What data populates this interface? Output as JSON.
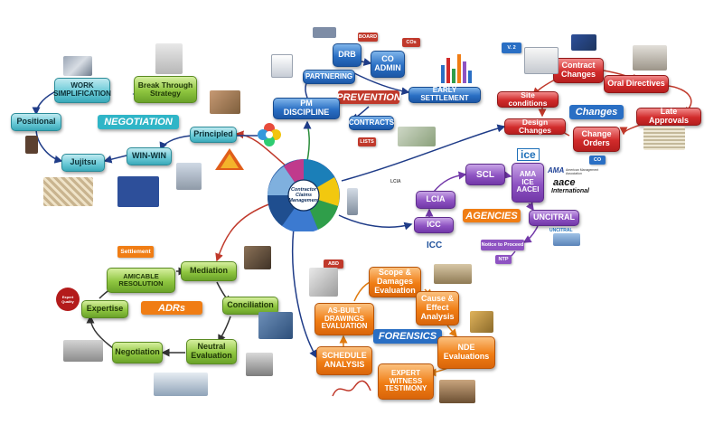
{
  "center": {
    "label": "Contractor Claims Management"
  },
  "nodes": {
    "work_simplification": "WORK SIMPLIFICATION",
    "break_through_strategy": "Break Through Strategy",
    "positional": "Positional",
    "negotiation_banner": "NEGOTIATION",
    "principled": "Principled",
    "jujitsu": "Jujitsu",
    "win_win": "WIN-WIN",
    "drb": "DRB",
    "board": "BOARD",
    "co_admin": "CO ADMIN",
    "cos": "COs",
    "partnering": "PARTNERING",
    "prevention_banner": "PREVENTION",
    "early_settlement": "EARLY SETTLEMENT",
    "pm_discipline": "PM DISCIPLINE",
    "contracts": "CONTRACTS",
    "lists": "LISTS",
    "v2": "V. 2",
    "contract_changes": "Contract Changes",
    "site_conditions": "Site conditions",
    "oral_directives": "Oral Directives",
    "design_changes": "Design Changes",
    "changes_banner": "Changes",
    "late_approvals": "Late Approvals",
    "change_orders": "Change Orders",
    "co_tag": "CO",
    "scl": "SCL",
    "ama_ice_aacei": "AMA ICE AACEI",
    "lcia": "LCIA",
    "agencies_banner": "AGENCIES",
    "uncitral": "UNCITRAL",
    "icc": "ICC",
    "notice_to_proceed": "Notice to Proceed",
    "ntp": "NTP",
    "settlement": "Settlement",
    "mediation": "Mediation",
    "amicable_resolution": "AMICABLE RESOLUTION",
    "expertise": "Expertise",
    "adrs_banner": "ADRs",
    "conciliation": "Conciliation",
    "neutral_evaluation": "Neutral Evaluation",
    "negotiation": "Negotiation",
    "abd": "ABD",
    "scope_damages": "Scope & Damages Evaluation",
    "as_built": "AS-BUILT DRAWINGS EVALUATION",
    "cause_effect": "Cause & Effect Analysis",
    "forensics_banner": "FORENSICS",
    "schedule_analysis": "SCHEDULE ANALYSIS",
    "nde_evaluations": "NDE Evaluations",
    "expert_witness": "EXPERT WITNESS TESTIMONY"
  },
  "logos": {
    "ice": "ice",
    "ama": "AMA",
    "ama_sub": "American Management Association",
    "aace": "aace",
    "aace_sub": "International",
    "lcia": "LCIA",
    "icc": "ICC",
    "uncitral": "UNCITRAL",
    "expert_quality": "Expert Quality"
  },
  "colors": {
    "teal": "#6ccbd8",
    "green": "#8fc640",
    "blue": "#2a6fc4",
    "red": "#d12b2b",
    "purple": "#8e53c2",
    "orange": "#f07d14"
  }
}
